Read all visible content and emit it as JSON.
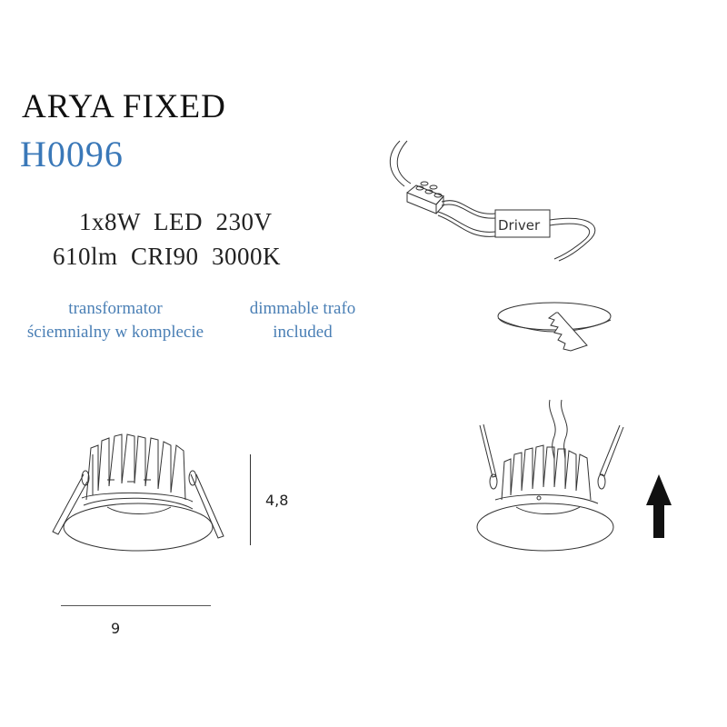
{
  "product": {
    "name": "ARYA FIXED",
    "code": "H0096"
  },
  "specs": {
    "line1": "1x8W  LED  230V",
    "line2": "610lm  CRI90  3000K"
  },
  "notes": {
    "polish_line1": "transformator",
    "polish_line2": "ściemnialny w komplecie",
    "english_line1": "dimmable trafo",
    "english_line2": "included"
  },
  "diagram": {
    "driver_label": "Driver",
    "height_dimension": "4,8",
    "width_dimension": "9"
  },
  "colors": {
    "title": "#111111",
    "code": "#3a78b8",
    "note": "#4a7fb5",
    "line": "#333333"
  }
}
